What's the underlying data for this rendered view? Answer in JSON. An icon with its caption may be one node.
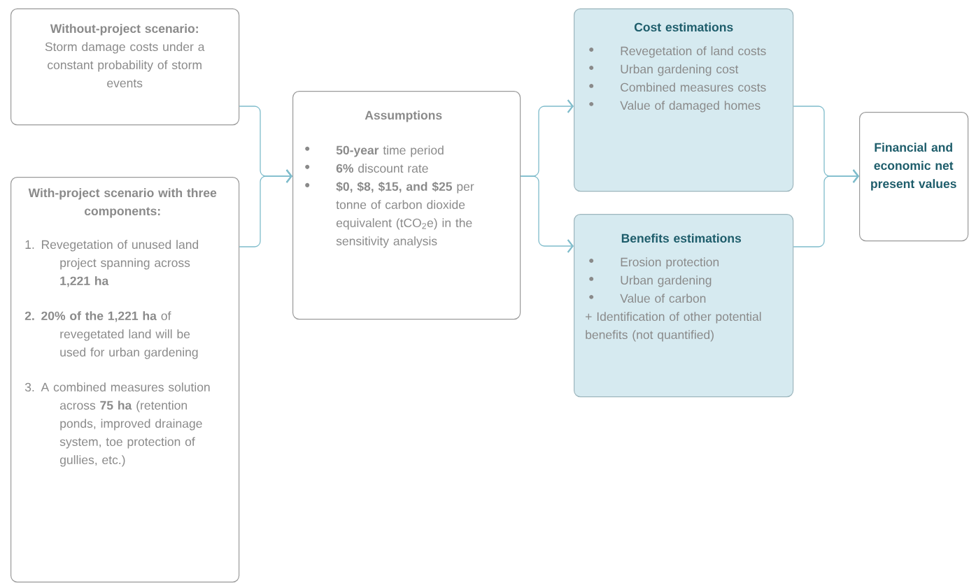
{
  "diagram": {
    "nodes": [
      {
        "text": [
          "**Without-project scenario:** Storm damage costs under a constant probability of storm events"
        ]
      },
      {
        "text": [
          "With-project scenario with three components:",
          "1. Revegetation of unused land project spanning across **1,221 ha**",
          "**2. 20% of the 1,221 ha** of revegetated land will be used for urban gardening",
          "3. A combined measures solution across **75 ha** (retention ponds, improved drainage system, toe protection of gullies, etc.)"
        ]
      },
      {
        "text": [
          "Assumptions",
          "**50-year** time period",
          "**6%** discount rate",
          "**$0, $8, $15, and $25** per tonne of carbon dioxide equivalent (tCO$_{2}$e) in the sensitivity analysis"
        ]
      },
      {
        "text": [
          "Cost estimations",
          "Revegetation of land costs",
          "Urban gardening cost",
          "Combined measures costs",
          "Value of damaged homes"
        ]
      },
      {
        "text": [
          "Benefits estimations",
          "Erosion protection",
          "Urban gardening",
          "Value of carbon",
          "+ Identification of other potential benefits (not quantified)"
        ]
      },
      {
        "text": [
          "Financial and economic net present values"
        ]
      }
    ],
    "edges": [
      {
        "from": 0,
        "to": 2,
        "arrow": "to"
      },
      {
        "from": 1,
        "to": 2,
        "arrow": "to"
      },
      {
        "from": 2,
        "to": 3,
        "arrow": "to"
      },
      {
        "from": 2,
        "to": 4,
        "arrow": "to"
      },
      {
        "from": 3,
        "to": 5,
        "arrow": "to"
      },
      {
        "from": 4,
        "to": 5,
        "arrow": "to"
      }
    ]
  }
}
